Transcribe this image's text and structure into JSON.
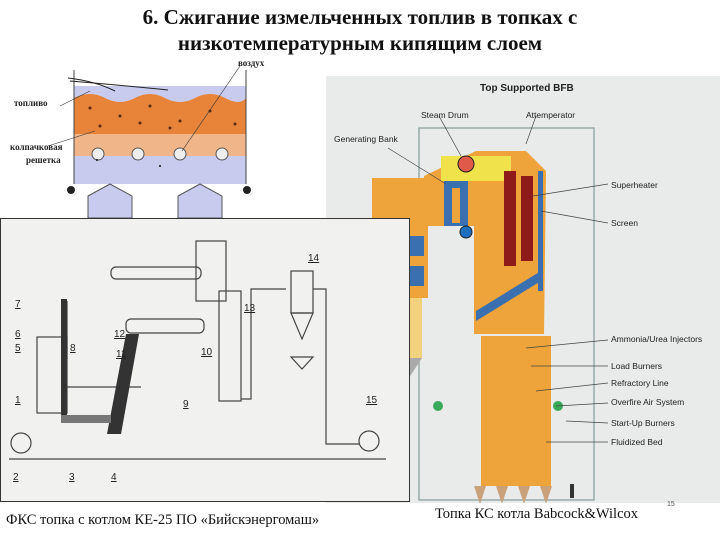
{
  "slide": {
    "title_line1": "6. Сжигание измельченных топлив в топках с",
    "title_line2": "низкотемпературным кипящим слоем",
    "page_number": "15"
  },
  "bed_diagram": {
    "labels": {
      "air": "воздух",
      "fuel": "топливо",
      "grate_line1": "колпачковая",
      "grate_line2": "решетка"
    },
    "colors": {
      "bed": "#e8843a",
      "plenum": "#c9cbee"
    }
  },
  "kskotel_diagram": {
    "numbers": [
      "1",
      "2",
      "3",
      "4",
      "5",
      "6",
      "7",
      "8",
      "9",
      "10",
      "11",
      "12",
      "13",
      "14",
      "15"
    ],
    "caption": "ФКС топка с котлом КЕ-25 ПО «Бийскэнергомаш»"
  },
  "bfb_diagram": {
    "title": "Top Supported BFB",
    "labels": {
      "steam_drum": "Steam Drum",
      "attemperator": "Attemperator",
      "generating_bank": "Generating Bank",
      "superheater": "Superheater",
      "screen": "Screen",
      "ammonia": "Ammonia/Urea Injectors",
      "load_burners": "Load Burners",
      "refractory": "Refractory Line",
      "overfire": "Overfire Air System",
      "startup": "Start-Up Burners",
      "fluidized_bed": "Fluidized Bed"
    },
    "colors": {
      "body": "#eea43a",
      "tubes": "#3a6fb0",
      "superheater": "#8e1a1a",
      "background": "#e9eaea"
    },
    "caption": "Топка КС котла Babcock&Wilcox"
  }
}
